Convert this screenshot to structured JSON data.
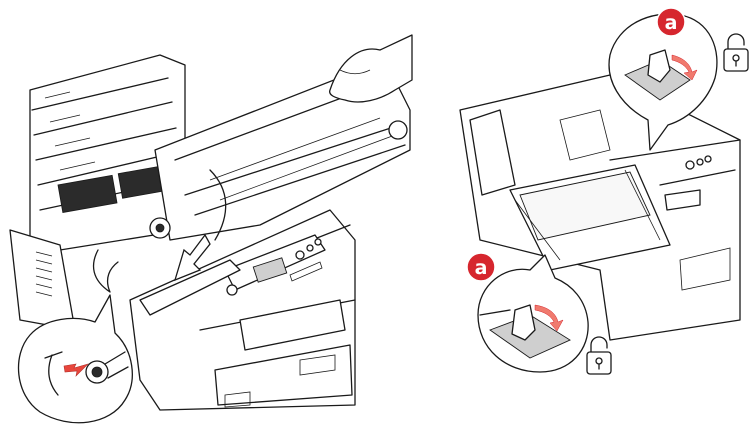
{
  "figure": {
    "left_panel": {
      "subject": "printer-with-open-cover-image-drum-removal"
    },
    "right_panel": {
      "subject": "printer-belt-unit-lock-release",
      "markers": [
        "a",
        "a"
      ]
    },
    "colors": {
      "marker": "#d6262e",
      "arrow_red": "#e8463c",
      "arrow_light": "#f07a6e",
      "line": "#1a1a1a",
      "shading": "#cfcfcf"
    },
    "icons": [
      "unlock-padlock-icon",
      "unlock-padlock-icon"
    ]
  }
}
